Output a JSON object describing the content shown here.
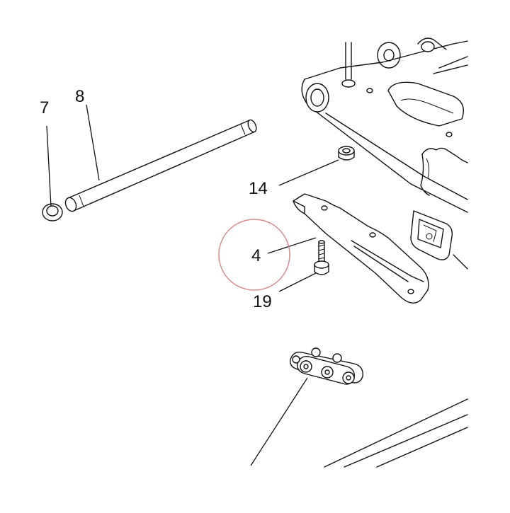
{
  "callouts": {
    "c7": "7",
    "c8": "8",
    "c14": "14",
    "c4": "4",
    "c19": "19"
  },
  "highlight_color": "#d98a8a"
}
